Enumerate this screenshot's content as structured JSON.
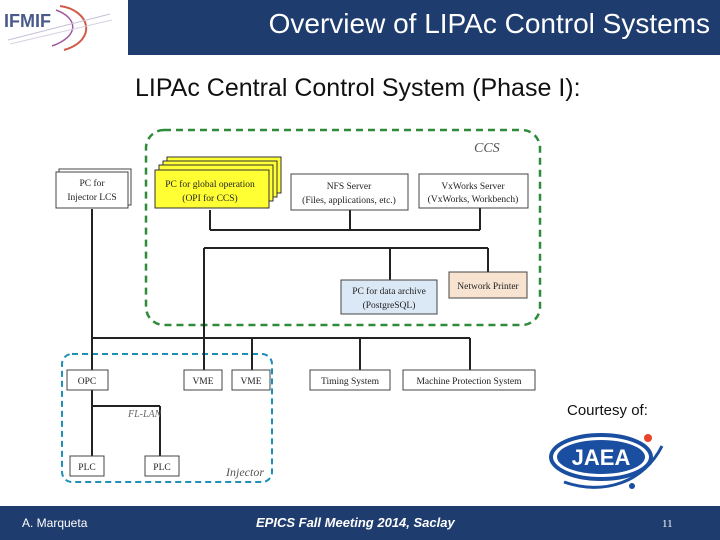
{
  "header": {
    "logo_text": "IFMIF",
    "title": "Overview of LIPAc Control Systems"
  },
  "slide": {
    "subtitle": "LIPAc Central Control System (Phase I):",
    "courtesy": "Courtesy of:"
  },
  "diagram": {
    "ccs_label": "CCS",
    "injector_label": "Injector",
    "fieldbus_label": "FL-LAN",
    "pc_injector_line1": "PC for",
    "pc_injector_line2": "Injector LCS",
    "pc_global_line1": "PC for global operation",
    "pc_global_line2": "(OPI for CCS)",
    "nfs_line1": "NFS Server",
    "nfs_line2": "(Files, applications, etc.)",
    "vxworks_line1": "VxWorks Server",
    "vxworks_line2": "(VxWorks, Workbench)",
    "archive_line1": "PC for data archive",
    "archive_line2": "(PostgreSQL)",
    "printer": "Network Printer",
    "opc": "OPC",
    "vme1": "VME",
    "vme2": "VME",
    "timing": "Timing System",
    "mps": "Machine Protection System",
    "plc1": "PLC",
    "plc2": "PLC"
  },
  "jaea_logo": {
    "text": "JAEA"
  },
  "footer": {
    "author": "A. Marqueta",
    "event": "EPICS Fall Meeting 2014, Saclay",
    "page": "11"
  },
  "colors": {
    "title_bar": "#1f3c6e",
    "ccs_border": "#2e8b3a",
    "injector_border": "#1f8fb8",
    "global_pc_fill": "#ffff33",
    "archive_fill": "#dbe8f5",
    "printer_fill": "#f7e3d0",
    "jaea_blue": "#1a4ea0"
  }
}
